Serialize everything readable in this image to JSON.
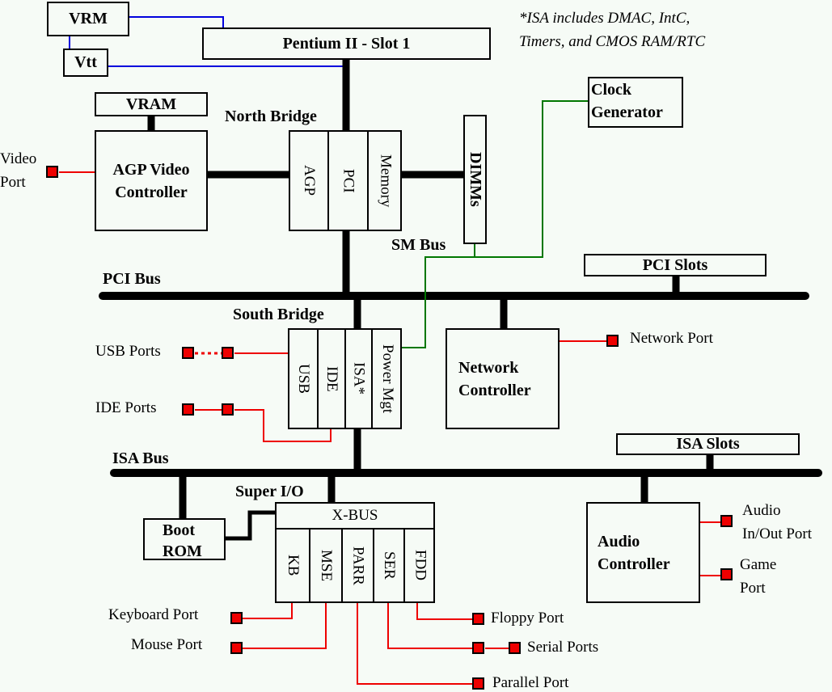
{
  "note": {
    "line1": "*ISA includes DMAC, IntC,",
    "line2": "Timers, and CMOS RAM/RTC"
  },
  "colors": {
    "bus": "#000000",
    "power": "#0000dd",
    "clock": "#007700",
    "port_link": "#ee0000",
    "port_fill": "#ee0000",
    "background": "#f6fbf6"
  },
  "components": {
    "vrm": "VRM",
    "vtt": "Vtt",
    "cpu": "Pentium II - Slot 1",
    "vram": "VRAM",
    "agp_video_controller": [
      "AGP Video",
      "Controller"
    ],
    "clock_generator": [
      "Clock",
      "Generator"
    ],
    "dimms": "DIMMs",
    "pci_slots": "PCI Slots",
    "network_controller": [
      "Network",
      "Controller"
    ],
    "isa_slots": "ISA Slots",
    "audio_controller": [
      "Audio",
      "Controller"
    ],
    "boot_rom": [
      "Boot",
      "ROM"
    ]
  },
  "north_bridge": {
    "title": "North Bridge",
    "sections": [
      "AGP",
      "PCI",
      "Memory"
    ]
  },
  "south_bridge": {
    "title": "South Bridge",
    "sections": [
      "USB",
      "IDE",
      "ISA*",
      "Power Mgt"
    ]
  },
  "super_io": {
    "title": "Super I/O",
    "xbus": "X-BUS",
    "sections": [
      "KB",
      "MSE",
      "PARR",
      "SER",
      "FDD"
    ]
  },
  "buses": {
    "pci": "PCI Bus",
    "isa": "ISA Bus",
    "sm": "SM Bus"
  },
  "ports": {
    "video": [
      "Video",
      "Port"
    ],
    "usb": "USB Ports",
    "ide": "IDE Ports",
    "network": "Network Port",
    "audio": [
      "Audio",
      "In/Out Port"
    ],
    "game": [
      "Game",
      "Port"
    ],
    "keyboard": "Keyboard Port",
    "mouse": "Mouse Port",
    "floppy": "Floppy Port",
    "serial": "Serial Ports",
    "parallel": "Parallel Port"
  }
}
